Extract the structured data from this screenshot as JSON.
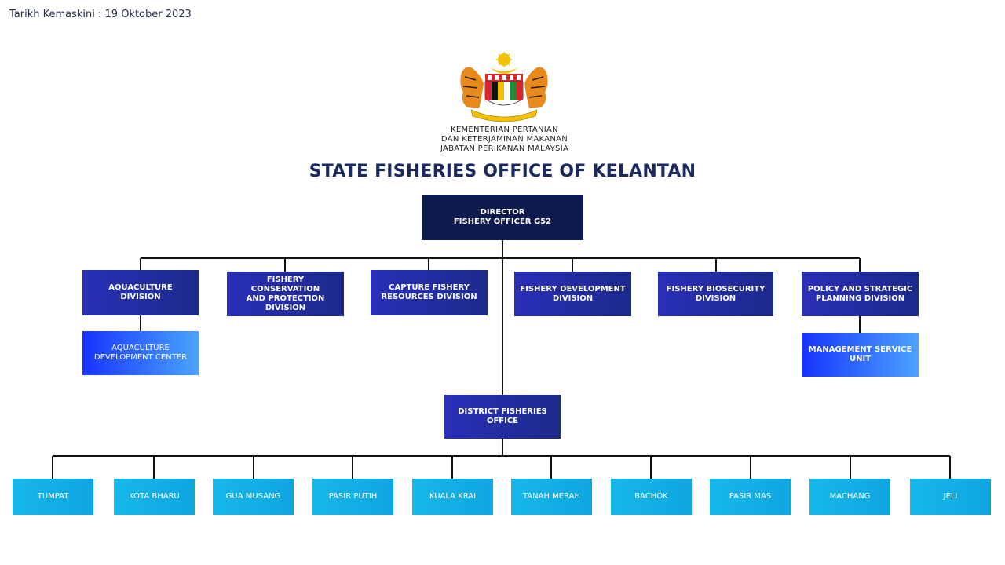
{
  "updated": "Tarikh Kemaskini : 19 Oktober 2023",
  "ministry": [
    "KEMENTERIAN PERTANIAN",
    "DAN KETERJAMINAN MAKANAN",
    "JABATAN PERIKANAN MALAYSIA"
  ],
  "title": "STATE FISHERIES OFFICE OF KELANTAN",
  "director": "DIRECTOR\nFISHERY OFFICER G52",
  "divisions": [
    "AQUACULTURE  DIVISION",
    "FISHERY CONSERVATION\nAND PROTECTION\nDIVISION",
    "CAPTURE FISHERY\nRESOURCES DIVISION",
    "FISHERY DEVELOPMENT\nDIVISION",
    "FISHERY BIOSECURITY\nDIVISION",
    "POLICY AND STRATEGIC\nPLANNING DIVISION"
  ],
  "aquaculture_center": "AQUACULTURE\nDEVELOPMENT CENTER",
  "management_unit": "MANAGEMENT SERVICE\nUNIT",
  "district_office": "DISTRICT FISHERIES\nOFFICE",
  "districts": [
    "TUMPAT",
    "KOTA BHARU",
    "GUA  MUSANG",
    "PASIR PUTIH",
    "KUALA KRAI",
    "TANAH MERAH",
    "BACHOK",
    "PASIR MAS",
    "MACHANG",
    "JELI"
  ]
}
